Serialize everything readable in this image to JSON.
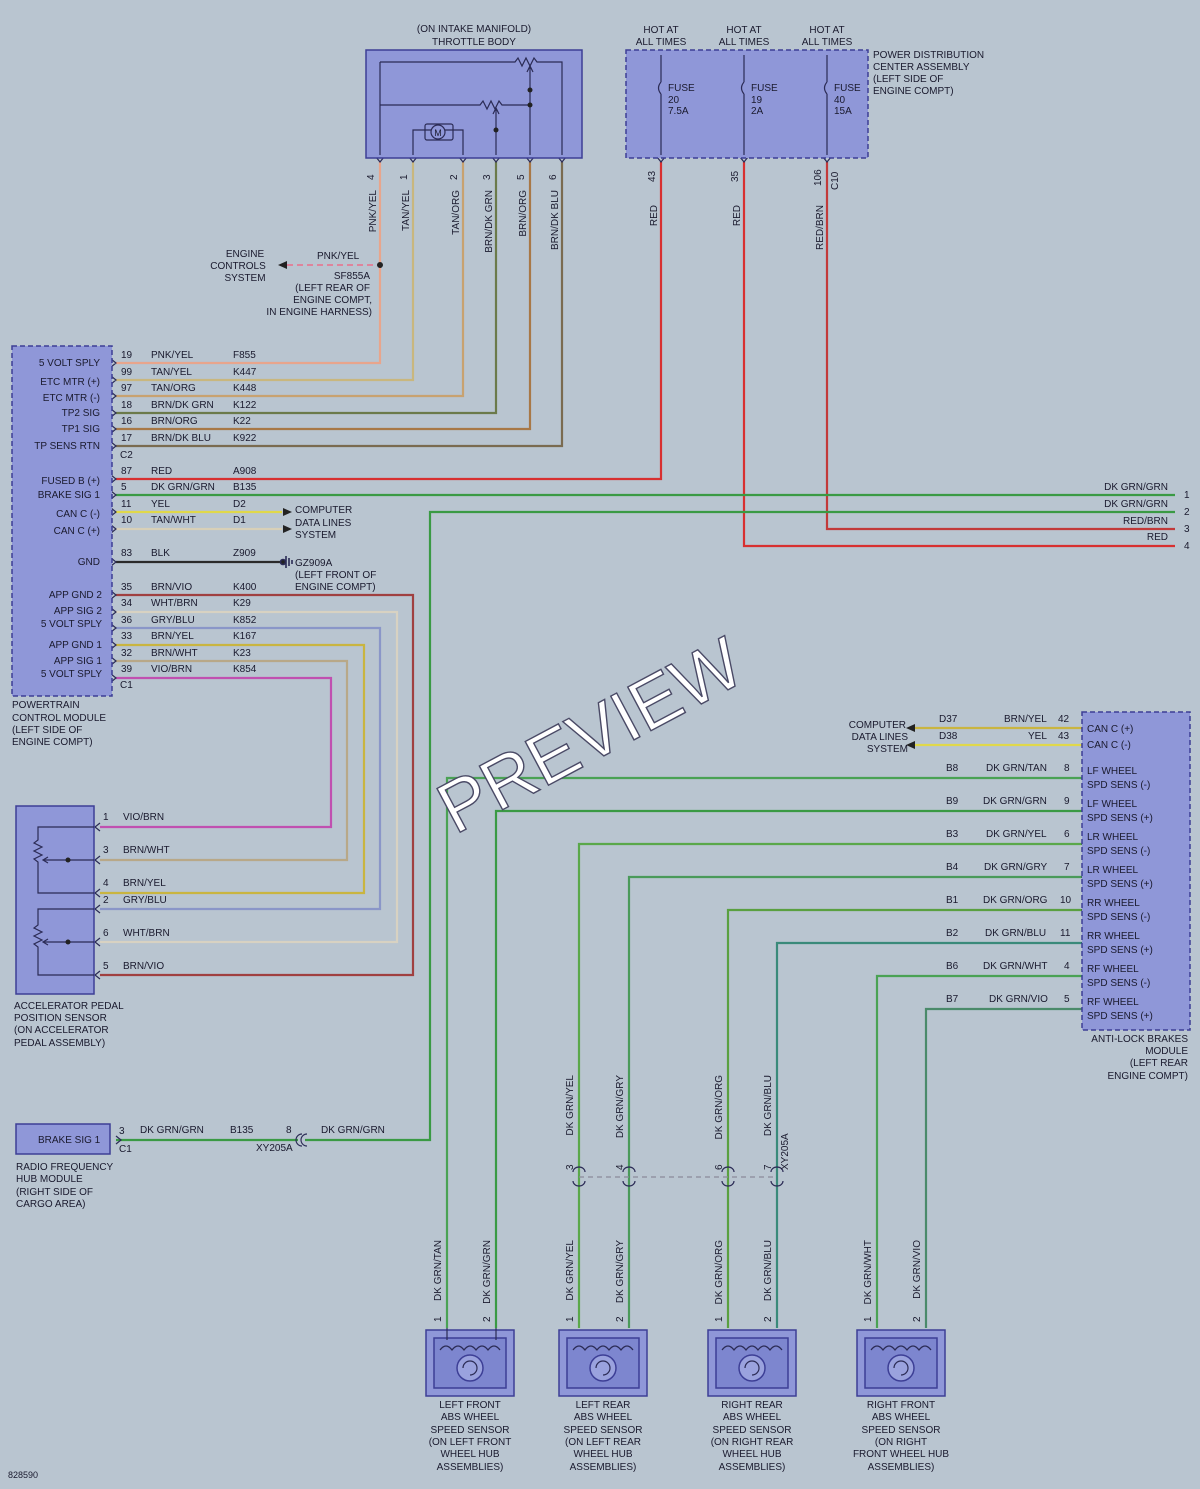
{
  "throttle": {
    "title": [
      "(ON INTAKE MANIFOLD)",
      "THROTTLE BODY"
    ],
    "motor": "M"
  },
  "hot_labels": [
    "HOT AT",
    "ALL TIMES"
  ],
  "pdc": {
    "title": [
      "POWER DISTRIBUTION",
      "CENTER ASSEMBLY",
      "(LEFT SIDE OF",
      "ENGINE COMPT)"
    ],
    "fuses": [
      [
        "FUSE",
        "20",
        "7.5A"
      ],
      [
        "FUSE",
        "19",
        "2A"
      ],
      [
        "FUSE",
        "40",
        "15A"
      ]
    ],
    "pins": [
      "43",
      "35",
      "106"
    ],
    "connector": "C10",
    "wire_colors": [
      "RED",
      "RED",
      "RED/BRN"
    ]
  },
  "throttle_pins": [
    "4",
    "1",
    "2",
    "3",
    "5",
    "6"
  ],
  "throttle_wire_colors": [
    "PNK/YEL",
    "TAN/YEL",
    "TAN/ORG",
    "BRN/DK GRN",
    "BRN/ORG",
    "BRN/DK BLU"
  ],
  "engine_controls": {
    "label": [
      "ENGINE",
      "CONTROLS",
      "SYSTEM"
    ],
    "wire": "PNK/YEL",
    "splice": [
      "SF855A",
      "(LEFT REAR OF",
      "ENGINE COMPT,",
      "IN ENGINE HARNESS)"
    ]
  },
  "pcm": {
    "labels": [
      "5 VOLT SPLY",
      "ETC MTR (+)",
      "ETC MTR (-)",
      "TP2 SIG",
      "TP1 SIG",
      "TP SENS RTN",
      "FUSED B (+)",
      "BRAKE SIG 1",
      "CAN C (-)",
      "CAN C (+)",
      "GND",
      "APP GND 2",
      "APP SIG 2",
      "5 VOLT SPLY",
      "APP GND 1",
      "APP SIG 1",
      "5 VOLT SPLY"
    ],
    "connectors": [
      "C2",
      "C1"
    ],
    "title": [
      "POWERTRAIN",
      "CONTROL MODULE",
      "(LEFT SIDE OF",
      "ENGINE COMPT)"
    ]
  },
  "pcm_wires": [
    {
      "pin": "19",
      "color": "PNK/YEL",
      "circuit": "F855"
    },
    {
      "pin": "99",
      "color": "TAN/YEL",
      "circuit": "K447"
    },
    {
      "pin": "97",
      "color": "TAN/ORG",
      "circuit": "K448"
    },
    {
      "pin": "18",
      "color": "BRN/DK GRN",
      "circuit": "K122"
    },
    {
      "pin": "16",
      "color": "BRN/ORG",
      "circuit": "K22"
    },
    {
      "pin": "17",
      "color": "BRN/DK BLU",
      "circuit": "K922"
    },
    {
      "pin": "87",
      "color": "RED",
      "circuit": "A908"
    },
    {
      "pin": "5",
      "color": "DK GRN/GRN",
      "circuit": "B135"
    },
    {
      "pin": "11",
      "color": "YEL",
      "circuit": "D2"
    },
    {
      "pin": "10",
      "color": "TAN/WHT",
      "circuit": "D1"
    },
    {
      "pin": "83",
      "color": "BLK",
      "circuit": "Z909"
    },
    {
      "pin": "35",
      "color": "BRN/VIO",
      "circuit": "K400"
    },
    {
      "pin": "34",
      "color": "WHT/BRN",
      "circuit": "K29"
    },
    {
      "pin": "36",
      "color": "GRY/BLU",
      "circuit": "K852"
    },
    {
      "pin": "33",
      "color": "BRN/YEL",
      "circuit": "K167"
    },
    {
      "pin": "32",
      "color": "BRN/WHT",
      "circuit": "K23"
    },
    {
      "pin": "39",
      "color": "VIO/BRN",
      "circuit": "K854"
    }
  ],
  "computer_data_lines": [
    "COMPUTER",
    "DATA LINES",
    "SYSTEM"
  ],
  "ground": [
    "GZ909A",
    "(LEFT FRONT OF",
    "ENGINE COMPT)"
  ],
  "right_connector": {
    "labels": [
      "DK GRN/GRN",
      "DK GRN/GRN",
      "RED/BRN",
      "RED"
    ],
    "pins": [
      "1",
      "2",
      "3",
      "4"
    ]
  },
  "app_sensor": {
    "pins": [
      "1",
      "3",
      "4",
      "2",
      "6",
      "5"
    ],
    "colors": [
      "VIO/BRN",
      "BRN/WHT",
      "BRN/YEL",
      "GRY/BLU",
      "WHT/BRN",
      "BRN/VIO"
    ],
    "title": [
      "ACCELERATOR PEDAL",
      "POSITION SENSOR",
      "(ON ACCELERATOR",
      "PEDAL ASSEMBLY)"
    ]
  },
  "rfhub": {
    "label": "BRAKE SIG 1",
    "pin": "3",
    "connector": "C1",
    "wire": "DK GRN/GRN",
    "circuit": "B135",
    "inline_pin": "8",
    "inline_conn": "XY205A",
    "wire2": "DK GRN/GRN",
    "title": [
      "RADIO FREQUENCY",
      "HUB MODULE",
      "(RIGHT SIDE OF",
      "CARGO AREA)"
    ]
  },
  "abs": {
    "labels": [
      "CAN C (+)",
      "CAN C (-)",
      "LF WHEEL",
      "SPD SENS (-)",
      "LF WHEEL",
      "SPD SENS (+)",
      "LR WHEEL",
      "SPD SENS (-)",
      "LR WHEEL",
      "SPD SENS (+)",
      "RR WHEEL",
      "SPD SENS (-)",
      "RR WHEEL",
      "SPD SENS (+)",
      "RF WHEEL",
      "SPD SENS (-)",
      "RF WHEEL",
      "SPD SENS (+)"
    ],
    "title": [
      "ANTI-LOCK BRAKES",
      "MODULE",
      "(LEFT REAR",
      "ENGINE COMPT)"
    ],
    "can_wires": [
      {
        "circuit": "D37",
        "color": "BRN/YEL",
        "pin": "42"
      },
      {
        "circuit": "D38",
        "color": "YEL",
        "pin": "43"
      }
    ],
    "wires": [
      {
        "circuit": "B8",
        "color": "DK GRN/TAN",
        "pin": "8"
      },
      {
        "circuit": "B9",
        "color": "DK GRN/GRN",
        "pin": "9"
      },
      {
        "circuit": "B3",
        "color": "DK GRN/YEL",
        "pin": "6"
      },
      {
        "circuit": "B4",
        "color": "DK GRN/GRY",
        "pin": "7"
      },
      {
        "circuit": "B1",
        "color": "DK GRN/ORG",
        "pin": "10"
      },
      {
        "circuit": "B2",
        "color": "DK GRN/BLU",
        "pin": "11"
      },
      {
        "circuit": "B6",
        "color": "DK GRN/WHT",
        "pin": "4"
      },
      {
        "circuit": "B7",
        "color": "DK GRN/VIO",
        "pin": "5"
      }
    ]
  },
  "inline_rear": {
    "colors": [
      "DK GRN/YEL",
      "DK GRN/GRY",
      "DK GRN/ORG",
      "DK GRN/BLU"
    ],
    "pins": [
      "3",
      "4",
      "6",
      "7"
    ],
    "connector": "XY205A"
  },
  "sensors": [
    {
      "wires": [
        "DK GRN/TAN",
        "DK GRN/GRN"
      ],
      "title": [
        "LEFT FRONT",
        "ABS WHEEL",
        "SPEED SENSOR",
        "(ON LEFT FRONT",
        "WHEEL HUB",
        "ASSEMBLIES)"
      ]
    },
    {
      "wires": [
        "DK GRN/YEL",
        "DK GRN/GRY"
      ],
      "title": [
        "LEFT REAR",
        "ABS WHEEL",
        "SPEED SENSOR",
        "(ON LEFT REAR",
        "WHEEL HUB",
        "ASSEMBLIES)"
      ]
    },
    {
      "wires": [
        "DK GRN/ORG",
        "DK GRN/BLU"
      ],
      "title": [
        "RIGHT REAR",
        "ABS WHEEL",
        "SPEED SENSOR",
        "(ON RIGHT REAR",
        "WHEEL HUB",
        "ASSEMBLIES)"
      ]
    },
    {
      "wires": [
        "DK GRN/WHT",
        "DK GRN/VIO"
      ],
      "title": [
        "RIGHT FRONT",
        "ABS WHEEL",
        "SPEED SENSOR",
        "(ON RIGHT",
        "FRONT WHEEL HUB",
        "ASSEMBLIES)"
      ]
    }
  ],
  "sensor_pins": [
    "1",
    "2"
  ],
  "figure_number": "828590",
  "watermark": "PREVIEW"
}
